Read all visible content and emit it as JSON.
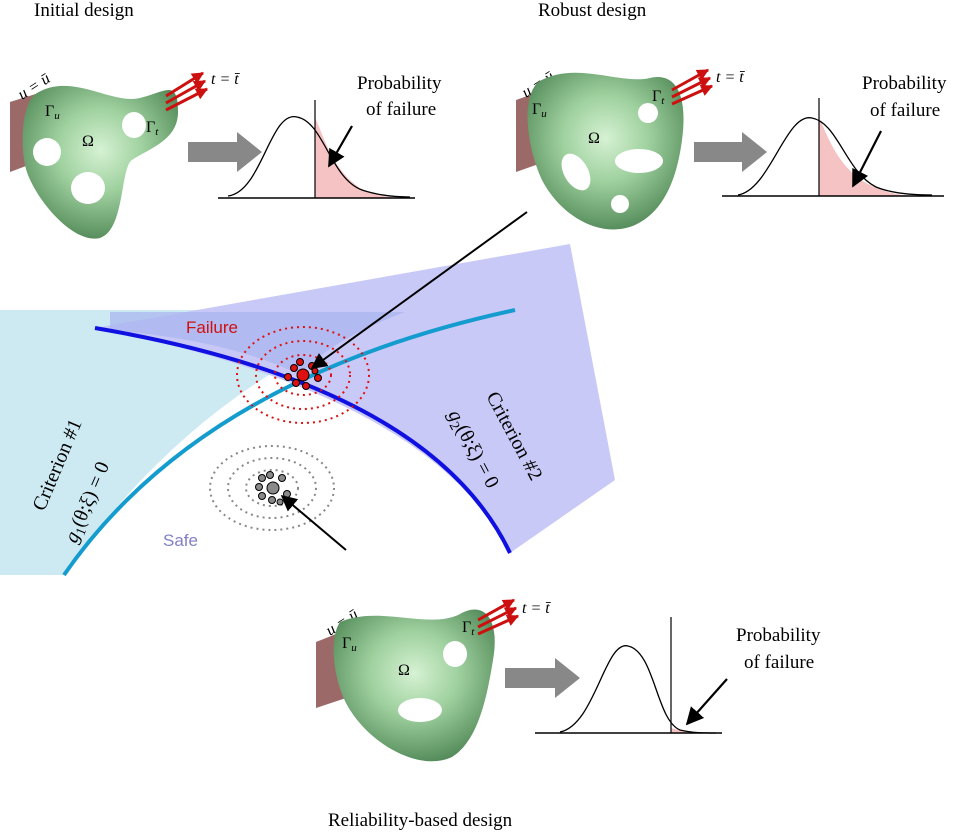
{
  "panels": {
    "initial": {
      "title": "Initial design",
      "u_bc": "u = ū",
      "t_bc": "t = t̄",
      "gamma_u": "Γ",
      "gamma_u_sub": "u",
      "gamma_t": "Γ",
      "gamma_t_sub": "t",
      "omega": "Ω",
      "prob_line1": "Probability",
      "prob_line2": "of failure"
    },
    "robust": {
      "title": "Robust design",
      "u_bc": "u = ū",
      "t_bc": "t = t̄",
      "gamma_u": "Γ",
      "gamma_u_sub": "u",
      "gamma_t": "Γ",
      "gamma_t_sub": "t",
      "omega": "Ω",
      "prob_line1": "Probability",
      "prob_line2": "of failure"
    },
    "reliability": {
      "title": "Reliability-based design",
      "u_bc": "u = ū",
      "t_bc": "t = t̄",
      "gamma_u": "Γ",
      "gamma_u_sub": "u",
      "gamma_t": "Γ",
      "gamma_t_sub": "t",
      "omega": "Ω",
      "prob_line1": "Probability",
      "prob_line2": "of failure"
    }
  },
  "criteria": {
    "c1_name": "Criterion #1",
    "c1_eq_g": "g",
    "c1_eq_sub": "1",
    "c1_eq_args": "(θ;ξ) = 0",
    "c2_name": "Criterion #2",
    "c2_eq_g": "g",
    "c2_eq_sub": "2",
    "c2_eq_args": "(θ;ξ) = 0"
  },
  "zones": {
    "failure": "Failure",
    "safe": "Safe"
  },
  "colors": {
    "domain_green": "#5f9866",
    "domain_light": "#c9ecc8",
    "support_wall": "#9b6a68",
    "load_arrow_red": "#cc1010",
    "flow_arrow_gray": "#888888",
    "pdf_fill_pink": "#f6c3c5",
    "criterion1_region": "#cdeaf3",
    "criterion1_curve": "#149ccf",
    "criterion2_region": "#c6c6f7",
    "criterion2_curve": "#1010e0",
    "failure_text": "#d01010",
    "safe_text": "#8080c8",
    "failure_points": "#e01010",
    "safe_points": "#8a8a8a"
  }
}
